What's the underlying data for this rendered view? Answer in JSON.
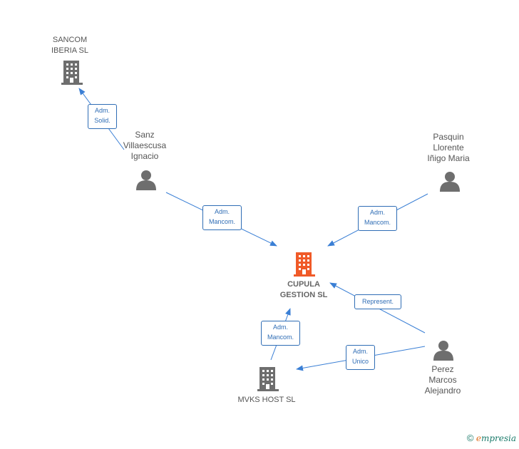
{
  "colors": {
    "edge": "#3a7fd5",
    "company": "#6e6e6e",
    "focus_company": "#f05a28",
    "person": "#6e6e6e"
  },
  "nodes": {
    "sancom": {
      "label": "SANCOM\nIBERIA  SL",
      "type": "company"
    },
    "cupula": {
      "label": "CUPULA\nGESTION  SL",
      "type": "focus-company"
    },
    "mvks": {
      "label": "MVKS HOST  SL",
      "type": "company"
    },
    "sanz": {
      "label": "Sanz\nVillaescusa\nIgnacio",
      "type": "person"
    },
    "pasquin": {
      "label": "Pasquin\nLlorente\nIñigo Maria",
      "type": "person"
    },
    "perez": {
      "label": "Perez\nMarcos\nAlejandro",
      "type": "person"
    }
  },
  "edges": {
    "sanz_sancom": {
      "label": "Adm.\nSolid."
    },
    "sanz_cupula": {
      "label": "Adm.\nMancom."
    },
    "pasquin_cupula": {
      "label": "Adm.\nMancom."
    },
    "perez_cupula": {
      "label": "Represent."
    },
    "mvks_cupula": {
      "label": "Adm.\nMancom."
    },
    "perez_mvks": {
      "label": "Adm.\nUnico"
    }
  },
  "footer": {
    "copyright": "©",
    "brand_first": "e",
    "brand_rest": "mpresia"
  }
}
